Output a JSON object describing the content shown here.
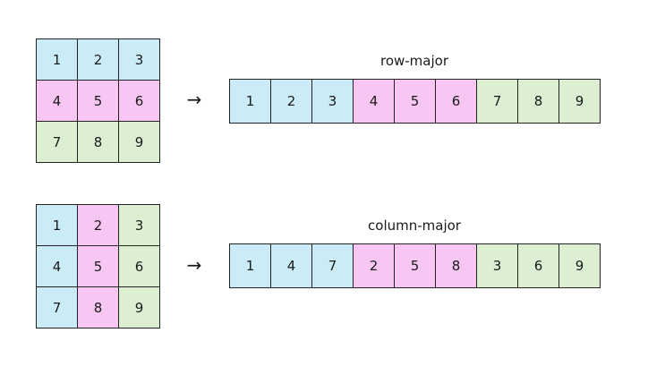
{
  "colors": {
    "blue": "#c9ecf7",
    "pink": "#f7c6f2",
    "green": "#dcefd3",
    "border": "#222222"
  },
  "arrow_glyph": "→",
  "examples": [
    {
      "id": "row-major",
      "label": "row-major",
      "matrix": [
        {
          "v": "1",
          "color": "blue"
        },
        {
          "v": "2",
          "color": "blue"
        },
        {
          "v": "3",
          "color": "blue"
        },
        {
          "v": "4",
          "color": "pink"
        },
        {
          "v": "5",
          "color": "pink"
        },
        {
          "v": "6",
          "color": "pink"
        },
        {
          "v": "7",
          "color": "green"
        },
        {
          "v": "8",
          "color": "green"
        },
        {
          "v": "9",
          "color": "green"
        }
      ],
      "linear": [
        {
          "v": "1",
          "color": "blue"
        },
        {
          "v": "2",
          "color": "blue"
        },
        {
          "v": "3",
          "color": "blue"
        },
        {
          "v": "4",
          "color": "pink"
        },
        {
          "v": "5",
          "color": "pink"
        },
        {
          "v": "6",
          "color": "pink"
        },
        {
          "v": "7",
          "color": "green"
        },
        {
          "v": "8",
          "color": "green"
        },
        {
          "v": "9",
          "color": "green"
        }
      ]
    },
    {
      "id": "column-major",
      "label": "column-major",
      "matrix": [
        {
          "v": "1",
          "color": "blue"
        },
        {
          "v": "2",
          "color": "pink"
        },
        {
          "v": "3",
          "color": "green"
        },
        {
          "v": "4",
          "color": "blue"
        },
        {
          "v": "5",
          "color": "pink"
        },
        {
          "v": "6",
          "color": "green"
        },
        {
          "v": "7",
          "color": "blue"
        },
        {
          "v": "8",
          "color": "pink"
        },
        {
          "v": "9",
          "color": "green"
        }
      ],
      "linear": [
        {
          "v": "1",
          "color": "blue"
        },
        {
          "v": "4",
          "color": "blue"
        },
        {
          "v": "7",
          "color": "blue"
        },
        {
          "v": "2",
          "color": "pink"
        },
        {
          "v": "5",
          "color": "pink"
        },
        {
          "v": "8",
          "color": "pink"
        },
        {
          "v": "3",
          "color": "green"
        },
        {
          "v": "6",
          "color": "green"
        },
        {
          "v": "9",
          "color": "green"
        }
      ]
    }
  ]
}
